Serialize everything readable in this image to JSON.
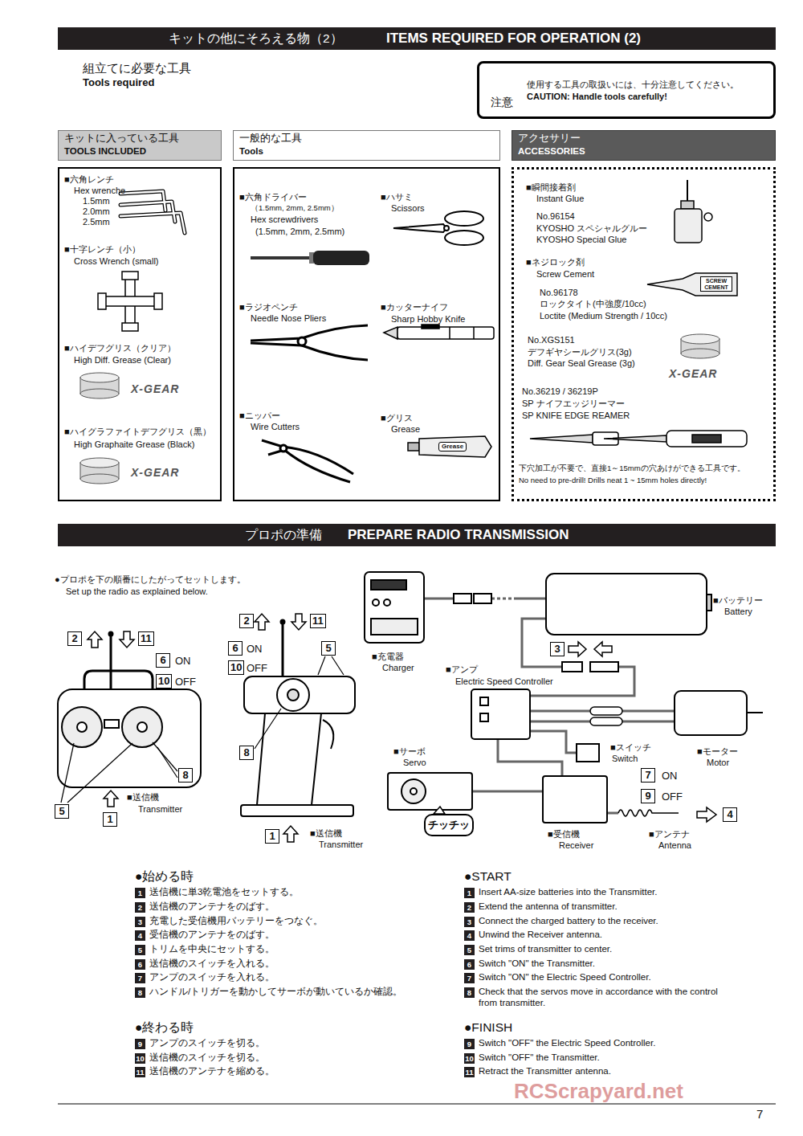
{
  "diagram": {
    "nodes": [
      {
        "text": [
          "キットの他にそろえる物（2）",
          "ITEMS REQUIRED FOR OPERATION (2)"
        ]
      },
      {
        "text": [
          "注意",
          "使用する工具の取扱いには、十分注意してください。",
          "CAUTION: Handle tools carefully!"
        ]
      },
      {
        "text": [
          "キットに入っている工具",
          "TOOLS INCLUDED"
        ]
      },
      {
        "text": [
          "■六角レンチ",
          "Hex wrenche",
          "1.5mm",
          "2.0mm",
          "2.5mm",
          "■十字レンチ（小）",
          "Cross Wrench (small)",
          "■ハイデフグリス（クリア）",
          "High Diff. Grease (Clear)",
          "■ハイグラファイトデフグリス（黒）",
          "High Graphaite Grease (Black)"
        ]
      },
      {
        "text": [
          "一般的な工具",
          "Tools"
        ]
      },
      {
        "text": [
          "■六角ドライバー",
          "（1.5mm, 2mm, 2.5mm）",
          "Hex screwdrivers",
          "(1.5mm, 2mm, 2.5mm)",
          "■ハサミ",
          "Scissors",
          "■ラジオペンチ",
          "Needle Nose Pliers",
          "■カッターナイフ",
          "Sharp Hobby Knife",
          "■ニッパー",
          "Wire Cutters",
          "■グリス",
          "Grease"
        ]
      },
      {
        "text": [
          "アクセサリー",
          "ACCESSORIES"
        ]
      },
      {
        "text": [
          "■瞬間接着剤",
          "Instant Glue",
          "No.96154",
          "KYOSHO スペシャルグルー",
          "KYOSHO Special Glue",
          "■ネジロック剤",
          "Screw Cement",
          "No.96178",
          "ロックタイト(中強度/10cc)",
          "Loctite (Medium Strength / 10cc)",
          "No.XGS151",
          "デフギヤシールグリス(3g)",
          "Diff. Gear Seal Grease (3g)",
          "No.36219 / 36219P",
          "SP ナイフエッジリーマー",
          "SP KNIFE EDGE REAMER",
          "下穴加工が不要で、直接1～15mmの穴あけができる工具です。",
          "No need to pre-drill! Drills neat 1 ~ 15mm holes directly!"
        ]
      },
      {
        "text": [
          "プロポの準備",
          "PREPARE RADIO TRANSMISSION"
        ]
      },
      {
        "text": [
          "チッチッ"
        ]
      }
    ],
    "labels": [
      "組立てに必要な工具",
      "Tools required",
      "X-GEAR",
      "X-GEAR",
      "Grease",
      "SCREW CEMENT",
      "X-GEAR",
      "●プロポを下の順番にしたがってセットします。",
      "Set up the radio as explained below.",
      "2",
      "11",
      "6",
      "ON",
      "10",
      "OFF",
      "8",
      "5",
      "1",
      "■送信機",
      "Transmitter",
      "2",
      "11",
      "6",
      "ON",
      "10",
      "OFF",
      "5",
      "8",
      "1",
      "■送信機",
      "Transmitter",
      "■充電器",
      "Charger",
      "■バッテリー",
      "Battery",
      "3",
      "■アンプ",
      "Electric Speed Controller",
      "■サーボ",
      "Servo",
      "■スイッチ",
      "Switch",
      "■モーター",
      "Motor",
      "7",
      "ON",
      "9",
      "OFF",
      "■受信機",
      "Receiver",
      "■アンテナ",
      "Antenna",
      "4",
      "●始める時",
      "1",
      "送信機に単3乾電池をセットする。",
      "2",
      "送信機のアンテナをのばす。",
      "3",
      "充電した受信機用バッテリーをつなぐ。",
      "4",
      "受信機のアンテナをのばす。",
      "5",
      "トリムを中央にセットする。",
      "6",
      "送信機のスイッチを入れる。",
      "7",
      "アンプのスイッチを入れる。",
      "8",
      "ハンドル/トリガーを動かしてサーボが動いているか確認。",
      "●終わる時",
      "9",
      "アンプのスイッチを切る。",
      "10",
      "送信機のスイッチを切る。",
      "11",
      "送信機のアンテナを縮める。",
      "●START",
      "1",
      "Insert AA-size batteries into the Transmitter.",
      "2",
      "Extend the antenna of transmitter.",
      "3",
      "Connect the charged battery to the receiver.",
      "4",
      "Unwind the Receiver antenna.",
      "5",
      "Set trims of transmitter to center.",
      "6",
      "Switch \"ON\" the Transmitter.",
      "7",
      "Switch \"ON\" the Electric Speed Controller.",
      "8",
      "Check that the servos move in accordance with the control from transmitter.",
      "●FINISH",
      "9",
      "Switch \"OFF\" the Electric Speed Controller.",
      "10",
      "Switch \"OFF\" the Transmitter.",
      "11",
      "Retract the Transmitter antenna.",
      "RCScrapyard.net",
      "7"
    ]
  }
}
